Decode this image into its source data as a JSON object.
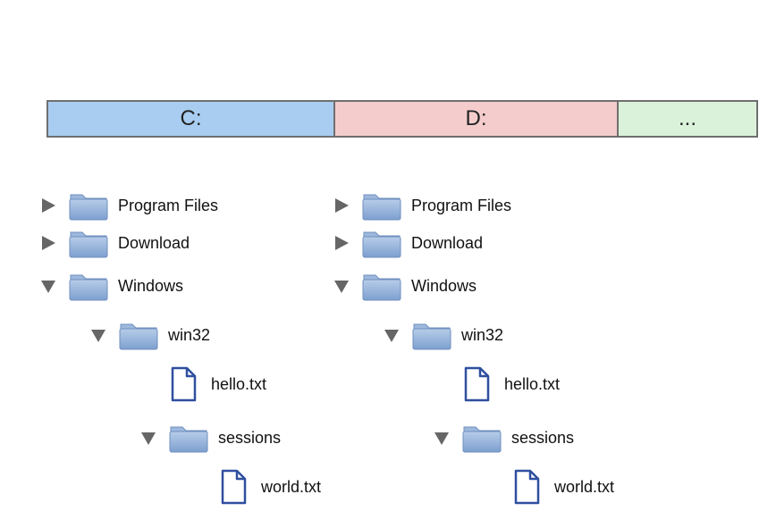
{
  "drives": [
    {
      "label": "C:",
      "color": "#a8cdf0"
    },
    {
      "label": "D:",
      "color": "#f4cccc"
    },
    {
      "label": "...",
      "color": "#dbf2da"
    }
  ],
  "trees": [
    {
      "items": [
        {
          "label": "Program Files",
          "type": "folder",
          "state": "collapsed",
          "depth": 0
        },
        {
          "label": "Download",
          "type": "folder",
          "state": "collapsed",
          "depth": 0
        },
        {
          "label": "Windows",
          "type": "folder",
          "state": "expanded",
          "depth": 0
        },
        {
          "label": "win32",
          "type": "folder",
          "state": "expanded",
          "depth": 1
        },
        {
          "label": "hello.txt",
          "type": "file",
          "state": "none",
          "depth": 2
        },
        {
          "label": "sessions",
          "type": "folder",
          "state": "expanded",
          "depth": 2
        },
        {
          "label": "world.txt",
          "type": "file",
          "state": "none",
          "depth": 3
        }
      ]
    },
    {
      "items": [
        {
          "label": "Program Files",
          "type": "folder",
          "state": "collapsed",
          "depth": 0
        },
        {
          "label": "Download",
          "type": "folder",
          "state": "collapsed",
          "depth": 0
        },
        {
          "label": "Windows",
          "type": "folder",
          "state": "expanded",
          "depth": 0
        },
        {
          "label": "win32",
          "type": "folder",
          "state": "expanded",
          "depth": 1
        },
        {
          "label": "hello.txt",
          "type": "file",
          "state": "none",
          "depth": 2
        },
        {
          "label": "sessions",
          "type": "folder",
          "state": "expanded",
          "depth": 2
        },
        {
          "label": "world.txt",
          "type": "file",
          "state": "none",
          "depth": 3
        }
      ]
    }
  ],
  "icons": {
    "folder": "folder-icon",
    "file": "file-icon",
    "collapsed": "triangle-right-icon",
    "expanded": "triangle-down-icon"
  },
  "colors": {
    "folder": "#8fb0d9",
    "file_stroke": "#2f4f9f",
    "arrow": "#666666"
  }
}
